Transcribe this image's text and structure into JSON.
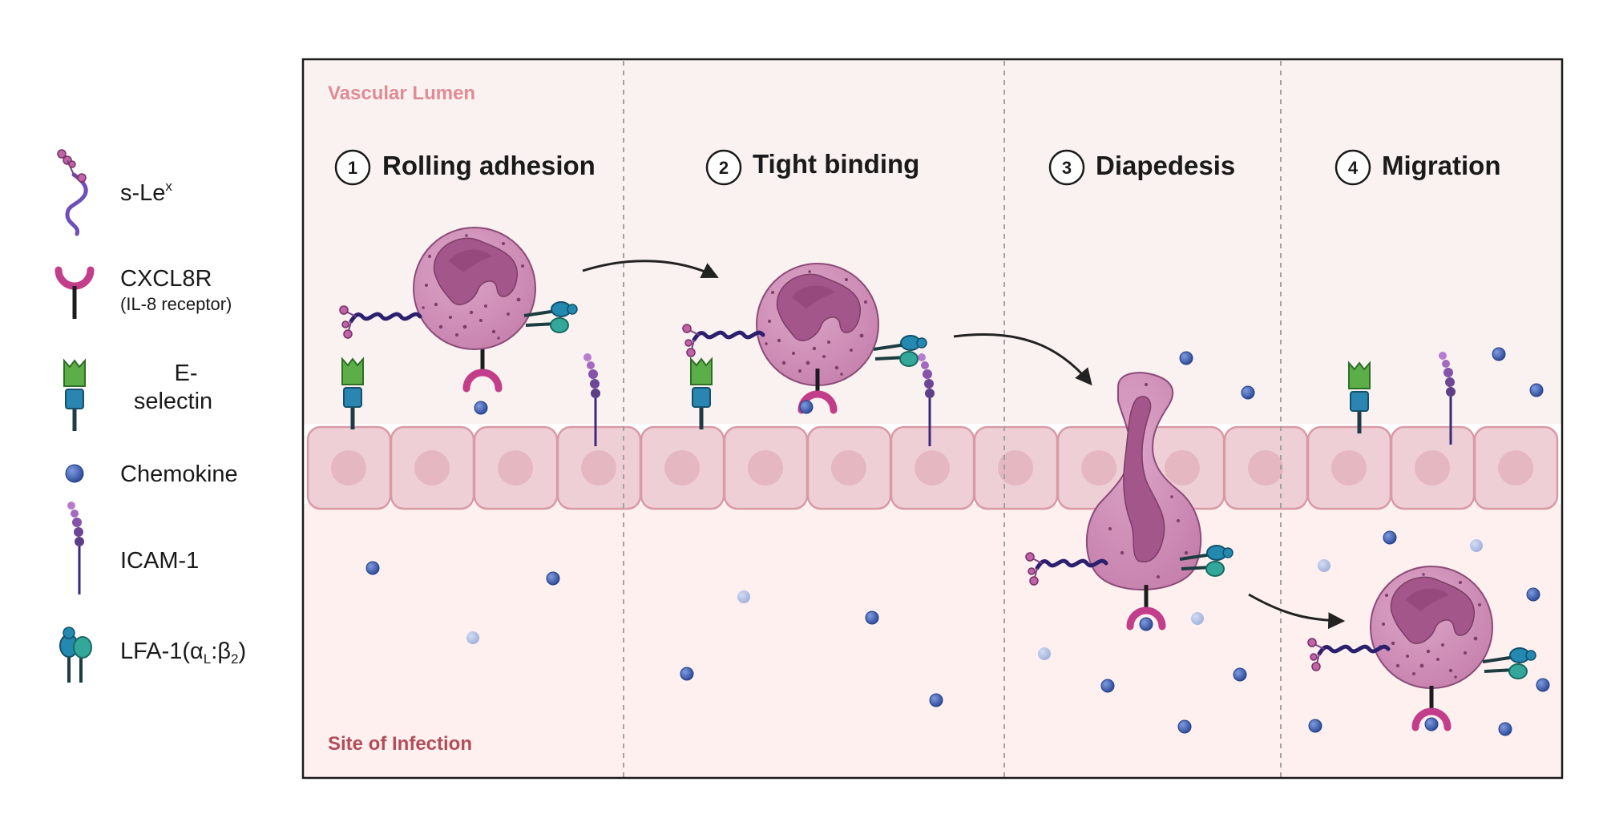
{
  "legend": {
    "slex": {
      "label": "s-Le",
      "sup": "x"
    },
    "cxcl8r": {
      "label": "CXCL8R",
      "sub_label": "(IL-8 receptor)"
    },
    "eselectin": {
      "label_line1": "E-",
      "label_line2": "selectin"
    },
    "chemokine": {
      "label": "Chemokine"
    },
    "icam1": {
      "label": "ICAM-1"
    },
    "lfa1": {
      "label": "LFA-1(α",
      "sub1": "L",
      "mid": ":β",
      "sub2": "2",
      "end": ")"
    }
  },
  "regions": {
    "top": "Vascular Lumen",
    "bottom": "Site of Infection"
  },
  "steps": [
    {
      "number": "1",
      "title": "Rolling adhesion"
    },
    {
      "number": "2",
      "title": "Tight binding"
    },
    {
      "number": "3",
      "title": "Diapedesis"
    },
    {
      "number": "4",
      "title": "Migration"
    }
  ],
  "colors": {
    "lumen_bg": "#f9f2f0",
    "infection_bg": "#fdf0ef",
    "cell_fill": "#efcfd6",
    "cell_stroke": "#d99aa6",
    "neutrophil": "#cf8fb8",
    "nucleus": "#a9618d",
    "chemokine": "#3d5ba8",
    "lumen_label": "#e08b96",
    "infection_label": "#b34d5a"
  }
}
